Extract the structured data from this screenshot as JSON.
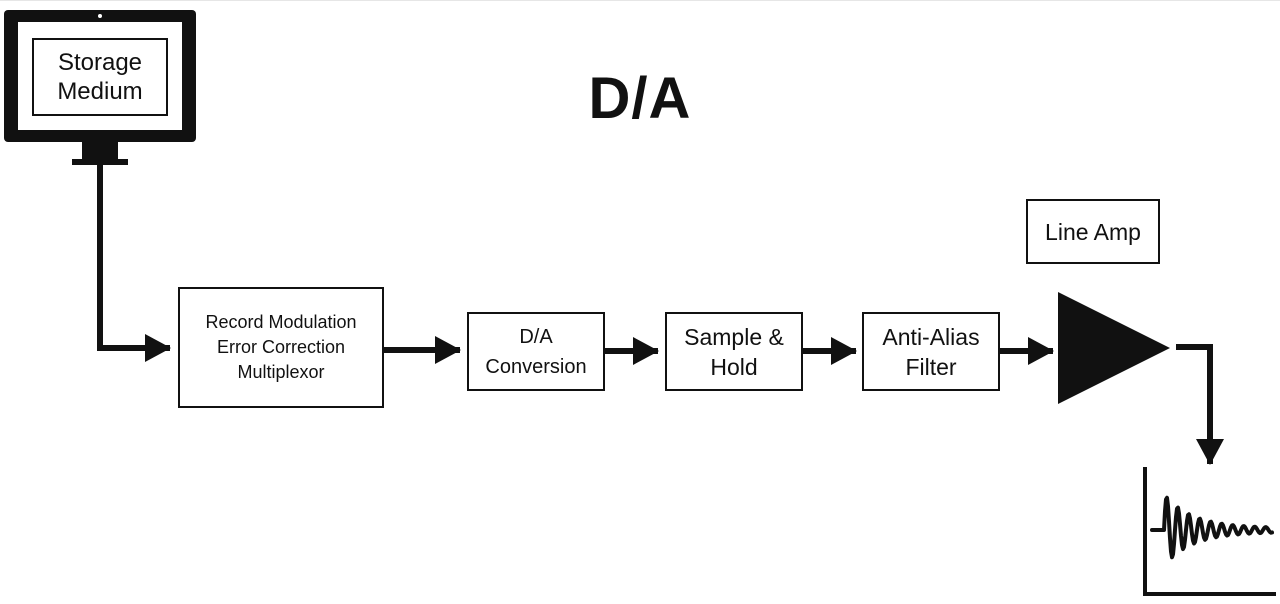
{
  "title": "D/A",
  "storage": {
    "label": "Storage\nMedium"
  },
  "blocks": {
    "record_modulation": "Record Modulation\nError Correction\nMultiplexor",
    "da_conversion": "D/A\nConversion",
    "sample_hold": "Sample &\nHold",
    "anti_alias": "Anti-Alias\nFilter"
  },
  "amplifier": {
    "label": "Line Amp"
  },
  "colors": {
    "ink": "#111111",
    "background": "#ffffff"
  },
  "icons": {
    "storage": "monitor-icon",
    "amplifier": "amplifier-triangle-icon",
    "output": "decaying-waveform-icon"
  }
}
